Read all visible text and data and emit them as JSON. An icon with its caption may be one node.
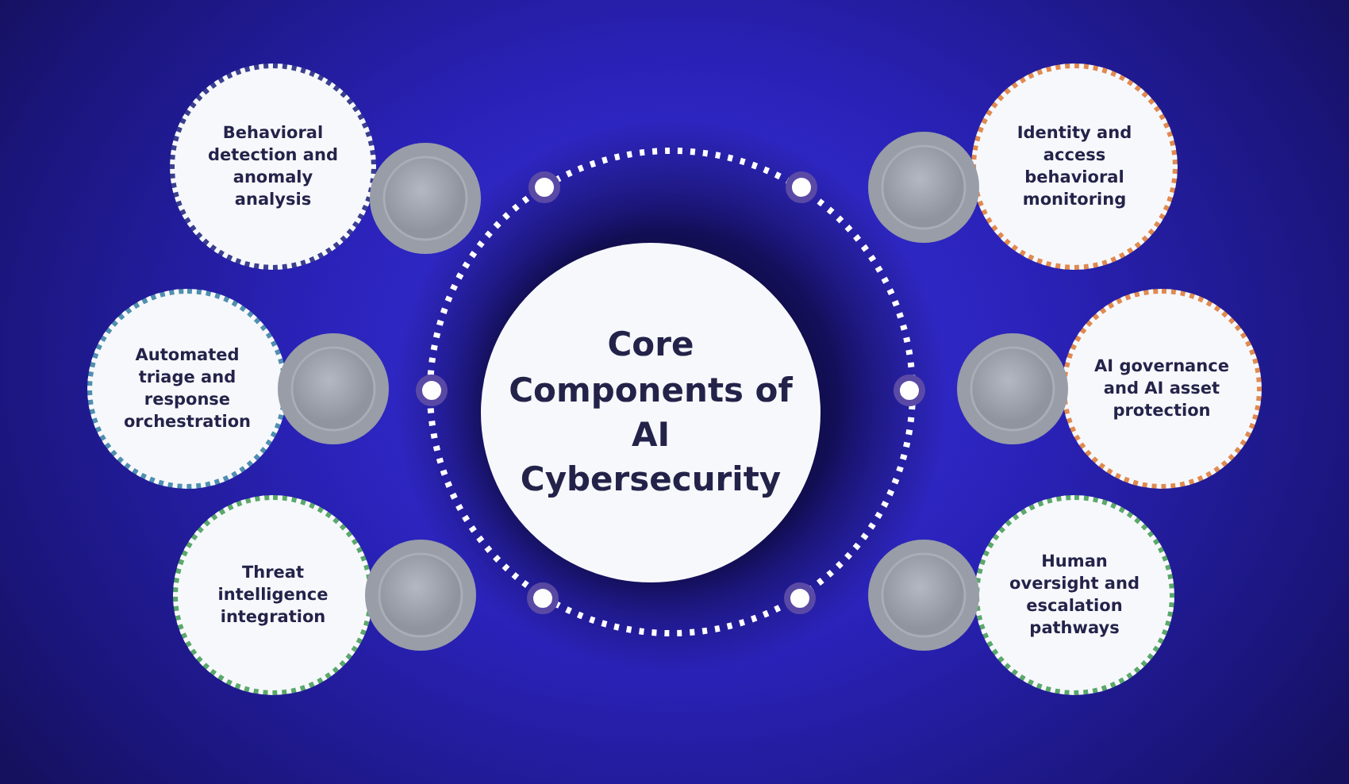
{
  "diagram": {
    "nodes": [
      {
        "text": [
          "Core Components of AI Cybersecurity"
        ]
      },
      {
        "text": [
          "Behavioral detection and anomaly analysis"
        ]
      },
      {
        "text": [
          "Automated triage and response orchestration"
        ]
      },
      {
        "text": [
          "Threat intelligence integration"
        ]
      },
      {
        "text": [
          "Identity and access behavioral monitoring"
        ]
      },
      {
        "text": [
          "AI governance and AI asset protection"
        ]
      },
      {
        "text": [
          "Human oversight and escalation pathways"
        ]
      }
    ]
  }
}
